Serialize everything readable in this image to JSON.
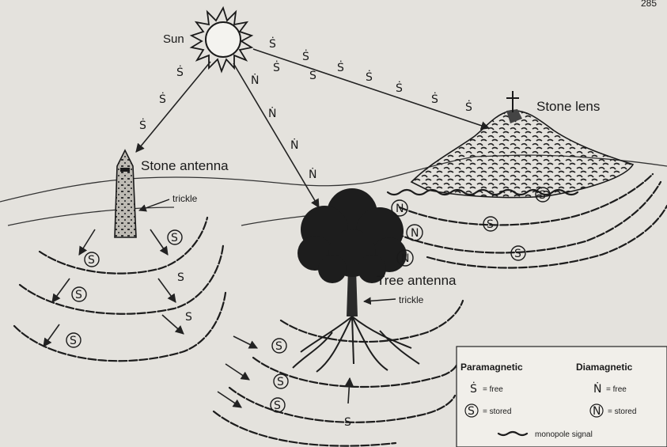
{
  "header": {
    "page_number": "285"
  },
  "labels": {
    "sun": "Sun",
    "stone_lens": "Stone lens",
    "stone_antenna": "Stone antenna",
    "tree_antenna": "Tree antenna",
    "trickle": "trickle"
  },
  "symbols": {
    "para_free": "Ṡ",
    "dia_free": "Ṅ",
    "para_stored": "S",
    "dia_stored": "N",
    "plain_s": "S"
  },
  "legend": {
    "para_header": "Paramagnetic",
    "dia_header": "Diamagnetic",
    "para_free_text": "= free",
    "para_stored_text": "= stored",
    "dia_free_text": "= free",
    "dia_stored_text": "= stored",
    "signal_text": "monopole signal"
  }
}
